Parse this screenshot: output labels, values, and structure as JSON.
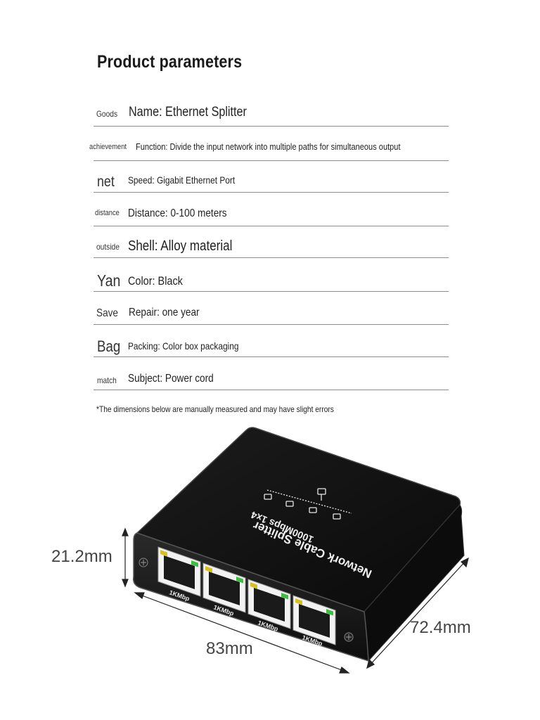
{
  "title": "Product parameters",
  "params": [
    {
      "label": "Goods",
      "value": "Name: Ethernet Splitter"
    },
    {
      "label": "achievement",
      "value": "Function: Divide the input network into multiple paths for simultaneous output"
    },
    {
      "label": "net",
      "value": "Speed: Gigabit Ethernet Port"
    },
    {
      "label": "distance",
      "value": "Distance: 0-100 meters"
    },
    {
      "label": "outside",
      "value": "Shell: Alloy material"
    },
    {
      "label": "Yan",
      "value": "Color: Black"
    },
    {
      "label": "Save",
      "value": "Repair: one year"
    },
    {
      "label": "Bag",
      "value": "Packing: Color box packaging"
    },
    {
      "label": "match",
      "value": "Subject: Power cord"
    }
  ],
  "note": "*The dimensions below are manually measured and may have slight errors",
  "product": {
    "top_text_1": "Network Cable Splitter",
    "top_text_2": "1000Mbps 1x4",
    "port_label": "1KMbp",
    "colors": {
      "body": "#141414",
      "bevel": "#3a3a3a",
      "led_yellow": "#d8c020",
      "led_green": "#3fbf3f"
    }
  },
  "dimensions": {
    "height": "21.2mm",
    "width": "83mm",
    "depth": "72.4mm"
  }
}
